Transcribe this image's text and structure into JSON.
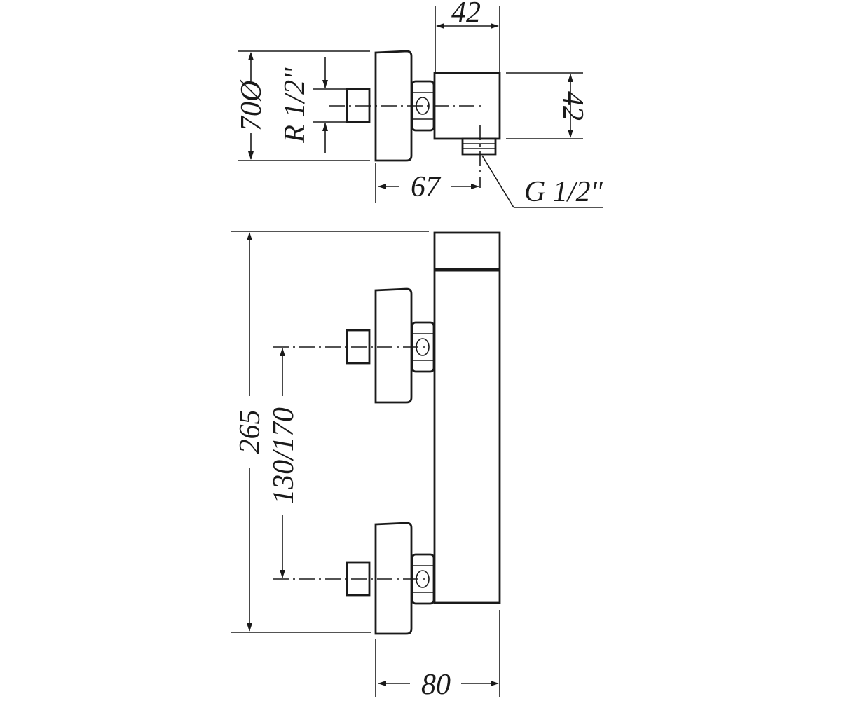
{
  "dimensions": {
    "top_width": "42",
    "top_height": "42",
    "diameter": "70Ø",
    "inlet_thread": "R 1/2\"",
    "projection": "67",
    "outlet_thread": "G 1/2\"",
    "overall_height": "265",
    "inlet_spacing": "130/170",
    "overall_depth": "80"
  }
}
